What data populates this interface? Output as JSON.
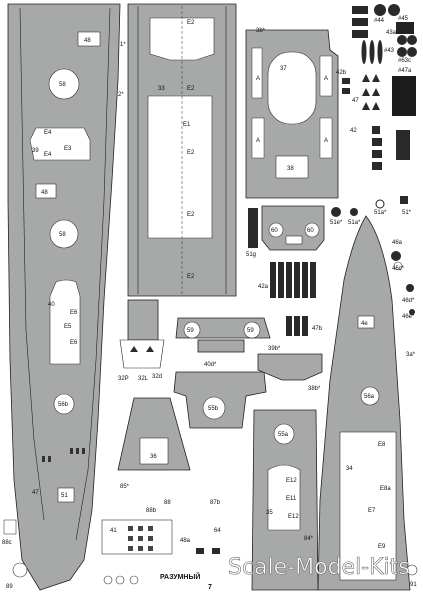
{
  "sheet": {
    "page_number": "7",
    "watermark": "Scale-Model-Kits",
    "ship_name": "РАЗУМНЫЙ"
  },
  "labels": {
    "n48_a": "48",
    "n58_a": "58",
    "e4_a": "E4",
    "e3": "E3",
    "n39": "39",
    "e4_b": "E4",
    "n48_b": "48",
    "n58_b": "58",
    "n40": "40",
    "e6_a": "E6",
    "e5": "E5",
    "e6_b": "E6",
    "n56b": "56b",
    "s1": "51",
    "n47": "47",
    "e2_1": "E2",
    "e2_2": "E2",
    "e1": "E1",
    "e2_3": "E2",
    "e2_4": "E2",
    "e2_5": "E2",
    "n33": "33",
    "m1": "1*",
    "m2": "2*",
    "n3b": "3b*",
    "n37": "37",
    "a1": "A",
    "a2": "A",
    "a3": "A",
    "a4": "A",
    "n38": "38",
    "n42b": "42b",
    "n44": "#44",
    "n45": "#45",
    "n43a": "43a",
    "n43": "#43",
    "n47a": "#47a",
    "n63c": "#63c",
    "n47b": "47",
    "n42": "42",
    "n51e": "51e*",
    "n51a": "51a*",
    "n51f": "51a*",
    "n51": "51*",
    "n60a": "60",
    "n60b": "60",
    "n51g": "51g",
    "n42a": "42a",
    "n46a": "46a",
    "n46c": "46c*",
    "n46d": "46d*",
    "n46e": "46e*",
    "n59a": "59",
    "n59b": "59",
    "n47c": "47b",
    "n39b": "39b*",
    "n40d": "40d*",
    "n55b": "55b",
    "n38b": "38b*",
    "n3a": "3a*",
    "n4e": "4e",
    "n56a": "56a",
    "n32p": "32P",
    "n32l": "32L",
    "n32d": "32d",
    "n36": "36",
    "n85": "85*",
    "n55a": "55a",
    "e12a": "E12",
    "e11": "E11",
    "e12b": "E12",
    "n35": "35",
    "e8": "E8",
    "n34": "34",
    "e8a": "E8a",
    "e7": "E7",
    "e9": "E9",
    "n84": "84*",
    "n41": "41",
    "n48c": "48a",
    "n88b": "88b",
    "n88a": "88",
    "n64": "64",
    "n87b": "87b",
    "n88c": "88c",
    "n91": "91",
    "n89": "89"
  },
  "colors": {
    "part_fill": "#a6a9a8",
    "outline": "#222222",
    "dark_part": "#2a2a2a"
  }
}
